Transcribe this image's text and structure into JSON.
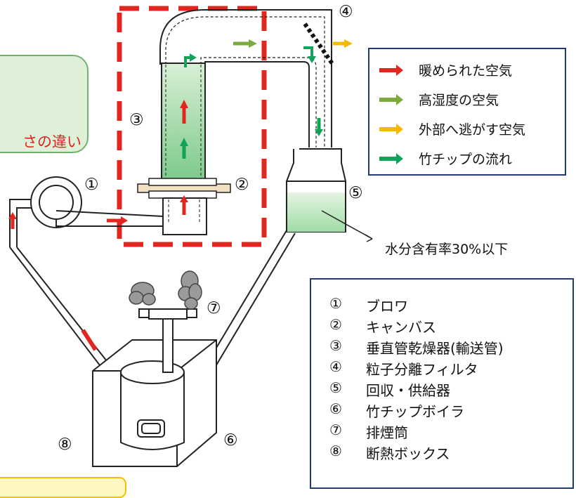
{
  "callout_text": "さの違い",
  "legend": [
    {
      "label": "暖められた空気",
      "color": "#e0261e"
    },
    {
      "label": "高湿度の空気",
      "color": "#7bab3c"
    },
    {
      "label": "外部へ逃がす空気",
      "color": "#f5b800"
    },
    {
      "label": "竹チップの流れ",
      "color": "#12a35a"
    }
  ],
  "markers": {
    "m1": "①",
    "m2": "②",
    "m3": "③",
    "m4": "④",
    "m5": "⑤",
    "m6": "⑥",
    "m7": "⑦",
    "m8": "⑧"
  },
  "water_note": "水分含有率30%以下",
  "components": [
    {
      "num": "①",
      "name": "ブロワ"
    },
    {
      "num": "②",
      "name": "キャンバス"
    },
    {
      "num": "③",
      "name": "垂直管乾燥器(輸送管)"
    },
    {
      "num": "④",
      "name": "粒子分離フィルタ"
    },
    {
      "num": "⑤",
      "name": "回収・供給器"
    },
    {
      "num": "⑥",
      "name": "竹チップボイラ"
    },
    {
      "num": "⑦",
      "name": "排煙筒"
    },
    {
      "num": "⑧",
      "name": "断熱ボックス"
    }
  ]
}
